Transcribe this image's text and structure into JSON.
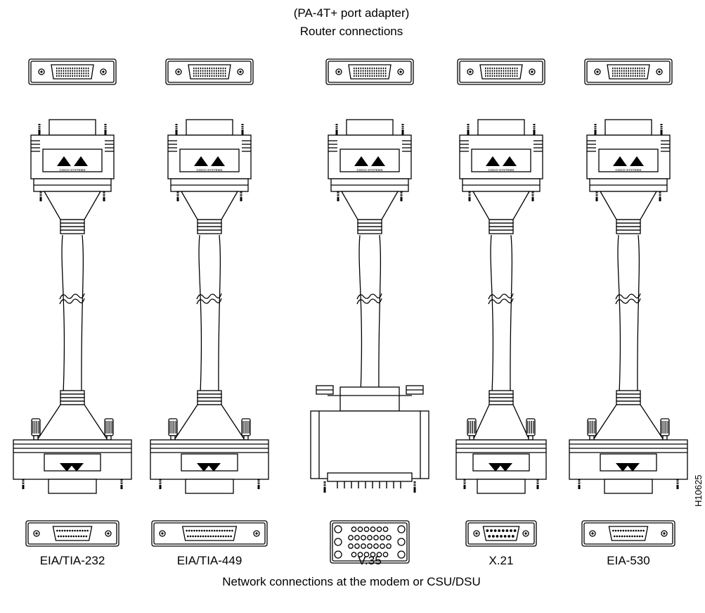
{
  "header": {
    "line1": "(PA-4T+ port adapter)",
    "line2": "Router connections"
  },
  "footer": {
    "caption": "Network connections at the modem or CSU/DSU"
  },
  "figure_id": "H10625",
  "logo_text": "CISCO SYSTEMS",
  "cables": [
    {
      "name": "EIA/TIA-232",
      "network_end": "db25",
      "pin_rows": [
        13,
        12
      ]
    },
    {
      "name": "EIA/TIA-449",
      "network_end": "db37",
      "pin_rows": [
        19,
        18
      ]
    },
    {
      "name": "V.35",
      "network_end": "m34",
      "pin_rows": [
        6,
        7,
        7,
        6
      ]
    },
    {
      "name": "X.21",
      "network_end": "db15",
      "pin_rows": [
        8,
        7
      ]
    },
    {
      "name": "EIA-530",
      "network_end": "db25",
      "pin_rows": [
        13,
        12
      ]
    }
  ]
}
